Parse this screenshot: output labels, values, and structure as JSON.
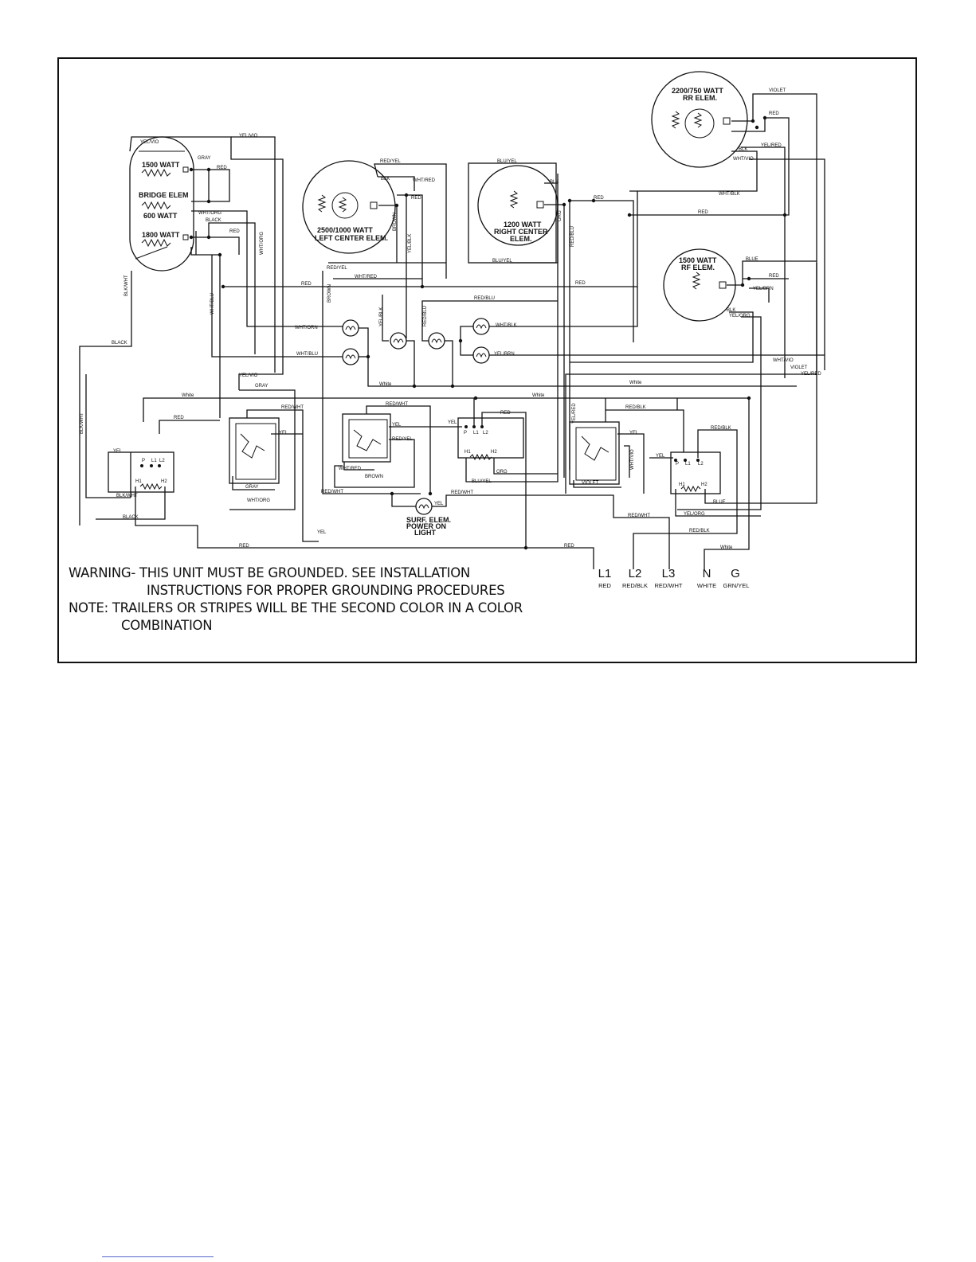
{
  "notes": {
    "warning_line1": "WARNING- THIS UNIT MUST BE GROUNDED.  SEE INSTALLATION",
    "warning_line2": "INSTRUCTIONS FOR PROPER GROUNDING PROCEDURES",
    "note_line1": "NOTE:  TRAILERS OR STRIPES WILL BE THE SECOND COLOR IN A COLOR",
    "note_line2": "COMBINATION"
  },
  "terminals": [
    {
      "id": "L1",
      "label": "L1",
      "wire": "RED"
    },
    {
      "id": "L2",
      "label": "L2",
      "wire": "RED/BLK"
    },
    {
      "id": "L3",
      "label": "L3",
      "wire": "RED/WHT"
    },
    {
      "id": "N",
      "label": "N",
      "wire": "WHITE"
    },
    {
      "id": "G",
      "label": "G",
      "wire": "GRN/YEL"
    }
  ],
  "elements": {
    "bridge_1500": "1500 WATT",
    "bridge_elem": "BRIDGE ELEM",
    "bridge_600": "600 WATT",
    "bridge_1800": "1800 WATT",
    "lc_watt": "2500/1000 WATT",
    "lc_name": "LEFT CENTER ELEM.",
    "rc_watt": "1200 WATT",
    "rc_name": "RIGHT CENTER",
    "rc_elem": "ELEM.",
    "rr_watt": "2200/750  WATT",
    "rr_name": "RR ELEM.",
    "rf_watt": "1500 WATT",
    "rf_name": "RF ELEM.",
    "surf_1": "SURF. ELEM.",
    "surf_2": "POWER ON",
    "surf_3": "LIGHT"
  },
  "wire_labels": {
    "yel_vio": "YEL/VIO",
    "gray": "GRAY",
    "red": "RED",
    "wht_org": "WHT/ORG",
    "black": "BLACK",
    "blk": "BLK",
    "wht_red": "WHT/RED",
    "wht_blu": "WHT/BLU",
    "wht_orn": "WHT/ORN",
    "blu_yel": "BLU/YEL",
    "red_yel": "RED/YEL",
    "yel_blk": "YEL/BLK",
    "red_blu": "RED/BLU",
    "wht_blk": "WHT/BLK",
    "yel_brn": "YEL/BRN",
    "white": "White",
    "red_wht": "RED/WHT",
    "red_blk": "RED/BLK",
    "yel": "YEL",
    "violet": "VIOLET",
    "yel_red": "YEL/RED",
    "wht_vio": "WHT/VIO",
    "blue": "BLUE",
    "yel_org": "YEL/ORG",
    "blk_wht": "BLK/WHT",
    "org": "ORG",
    "brown": "BROWN",
    "red_wht2": "RED/WHT",
    "blk_dash": "BLK"
  },
  "switch_labels": {
    "p": "P",
    "l1": "L1",
    "l2": "L2",
    "h1": "H1",
    "h2": "H2"
  }
}
